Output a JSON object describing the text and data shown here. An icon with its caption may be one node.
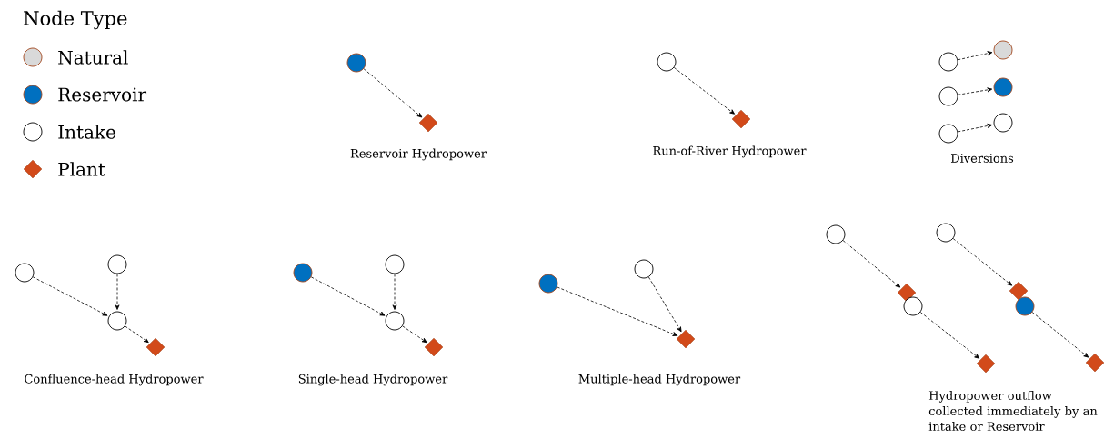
{
  "diagram": {
    "title": "Node Type",
    "nodes": [
      {
        "text": [],
        "shape": "circle"
      },
      {
        "text": [],
        "shape": "diamond"
      },
      {
        "text": [],
        "shape": "circle"
      },
      {
        "text": [],
        "shape": "diamond"
      },
      {
        "text": [],
        "shape": "circle"
      },
      {
        "text": [],
        "shape": "circle"
      },
      {
        "text": [],
        "shape": "circle"
      },
      {
        "text": [],
        "shape": "circle"
      },
      {
        "text": [],
        "shape": "circle"
      },
      {
        "text": [],
        "shape": "circle"
      },
      {
        "text": [],
        "shape": "circle"
      },
      {
        "text": [],
        "shape": "circle"
      },
      {
        "text": [],
        "shape": "circle"
      },
      {
        "text": [],
        "shape": "diamond"
      },
      {
        "text": [],
        "shape": "circle"
      },
      {
        "text": [],
        "shape": "circle"
      },
      {
        "text": [],
        "shape": "circle"
      },
      {
        "text": [],
        "shape": "diamond"
      },
      {
        "text": [],
        "shape": "circle"
      },
      {
        "text": [],
        "shape": "circle"
      },
      {
        "text": [],
        "shape": "diamond"
      },
      {
        "text": [],
        "shape": "circle"
      },
      {
        "text": [],
        "shape": "diamond"
      },
      {
        "text": [],
        "shape": "circle"
      },
      {
        "text": [],
        "shape": "diamond"
      },
      {
        "text": [],
        "shape": "circle"
      },
      {
        "text": [],
        "shape": "diamond"
      },
      {
        "text": [],
        "shape": "circle"
      },
      {
        "text": [],
        "shape": "diamond"
      }
    ],
    "edges": [
      {
        "from": 0,
        "to": 1,
        "arrow": "to",
        "style": "dashed"
      },
      {
        "from": 2,
        "to": 3,
        "arrow": "to",
        "style": "dashed"
      },
      {
        "from": 4,
        "to": 5,
        "arrow": "to",
        "style": "dashed"
      },
      {
        "from": 6,
        "to": 7,
        "arrow": "to",
        "style": "dashed"
      },
      {
        "from": 8,
        "to": 9,
        "arrow": "to",
        "style": "dashed"
      },
      {
        "from": 10,
        "to": 12,
        "arrow": "to",
        "style": "dashed"
      },
      {
        "from": 11,
        "to": 12,
        "arrow": "to",
        "style": "dashed"
      },
      {
        "from": 12,
        "to": 13,
        "arrow": "to",
        "style": "dashed"
      },
      {
        "from": 14,
        "to": 16,
        "arrow": "to",
        "style": "dashed"
      },
      {
        "from": 15,
        "to": 16,
        "arrow": "to",
        "style": "dashed"
      },
      {
        "from": 16,
        "to": 17,
        "arrow": "to",
        "style": "dashed"
      },
      {
        "from": 18,
        "to": 20,
        "arrow": "to",
        "style": "dashed"
      },
      {
        "from": 19,
        "to": 20,
        "arrow": "to",
        "style": "dashed"
      },
      {
        "from": 21,
        "to": 22,
        "arrow": "to",
        "style": "dashed"
      },
      {
        "from": 23,
        "to": 24,
        "arrow": "to",
        "style": "dashed"
      },
      {
        "from": 25,
        "to": 26,
        "arrow": "to",
        "style": "dashed"
      },
      {
        "from": 27,
        "to": 28,
        "arrow": "to",
        "style": "dashed"
      }
    ],
    "labels": [
      "Reservoir Hydropower",
      "Run-of-River Hydropower",
      "Diversions",
      "Confluence-head Hydropower",
      "Single-head Hydropower",
      "Multiple-head Hydropower",
      "Hydropower outflow collected immediately by an intake or Reservoir"
    ],
    "legend": [
      {
        "text": "Natural",
        "color": "#d9d9d9"
      },
      {
        "text": "Reservoir",
        "color": "#0070c0"
      },
      {
        "text": "Intake"
      },
      {
        "text": "Plant",
        "color": "#d24a1a"
      }
    ]
  }
}
